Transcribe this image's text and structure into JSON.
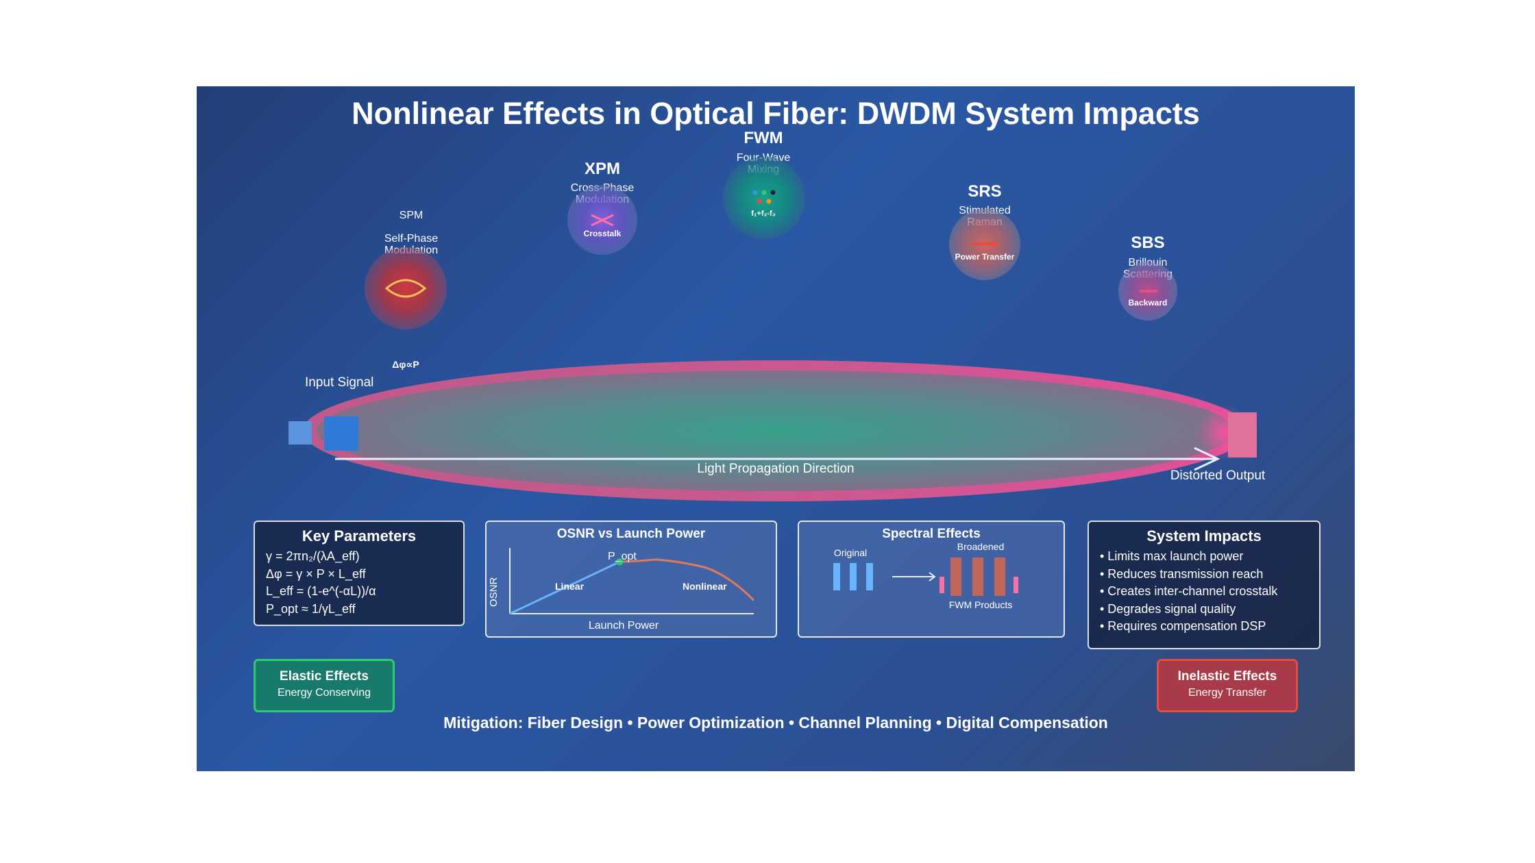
{
  "title": "Nonlinear Effects in Optical Fiber: DWDM System Impacts",
  "effects": [
    {
      "abbr": "SPM",
      "name1": "Self-Phase",
      "name2": "Modulation",
      "label": "Δφ∝P",
      "color": "#c0392b"
    },
    {
      "abbr": "XPM",
      "name1": "Cross-Phase",
      "name2": "Modulation",
      "label": "Crosstalk",
      "color": "#7a5bd6"
    },
    {
      "abbr": "FWM",
      "name1": "Four-Wave",
      "name2": "Mixing",
      "label": "f₁+f₂-f₃",
      "color": "#16a085"
    },
    {
      "abbr": "SRS",
      "name1": "Stimulated",
      "name2": "Raman",
      "label": "Power Transfer",
      "color": "#e07a5f"
    },
    {
      "abbr": "SBS",
      "name1": "Brillouin",
      "name2": "Scattering",
      "label": "Backward",
      "color": "#c0508a"
    }
  ],
  "fiber": {
    "input_label": "Input Signal",
    "direction_label": "Light Propagation Direction",
    "output_label": "Distorted Output"
  },
  "key_parameters": {
    "title": "Key Parameters",
    "lines": [
      "γ = 2πn₂/(λA_eff)",
      "Δφ = γ × P × L_eff",
      "L_eff = (1-e^(-αL))/α",
      "P_opt ≈ 1/γL_eff"
    ]
  },
  "osnr_chart": {
    "title": "OSNR vs Launch Power",
    "ylabel": "OSNR",
    "xlabel": "Launch Power",
    "peak_label": "P_opt",
    "linear_label": "Linear",
    "nonlinear_label": "Nonlinear"
  },
  "chart_data": {
    "type": "line",
    "title": "OSNR vs Launch Power",
    "xlabel": "Launch Power",
    "ylabel": "OSNR",
    "series": [
      {
        "name": "Linear",
        "x": [
          0,
          4.5
        ],
        "y": [
          0,
          6.6
        ]
      },
      {
        "name": "Nonlinear",
        "x": [
          4.5,
          6,
          8,
          10
        ],
        "y": [
          6.6,
          6.9,
          5.9,
          1.7
        ]
      }
    ],
    "annotations": [
      "P_opt"
    ],
    "grid": false
  },
  "spectral": {
    "title": "Spectral Effects",
    "original_label": "Original",
    "broadened_label": "Broadened",
    "fwm_label": "FWM Products"
  },
  "system_impacts": {
    "title": "System Impacts",
    "items": [
      "• Limits max launch power",
      "• Reduces transmission reach",
      "• Creates inter-channel crosstalk",
      "• Degrades signal quality",
      "• Requires compensation DSP"
    ]
  },
  "elastic": {
    "title": "Elastic Effects",
    "subtitle": "Energy Conserving",
    "color": "#2ecc71"
  },
  "inelastic": {
    "title": "Inelastic Effects",
    "subtitle": "Energy Transfer",
    "color": "#e74c3c"
  },
  "mitigation": "Mitigation: Fiber Design • Power Optimization • Channel Planning • Digital Compensation"
}
